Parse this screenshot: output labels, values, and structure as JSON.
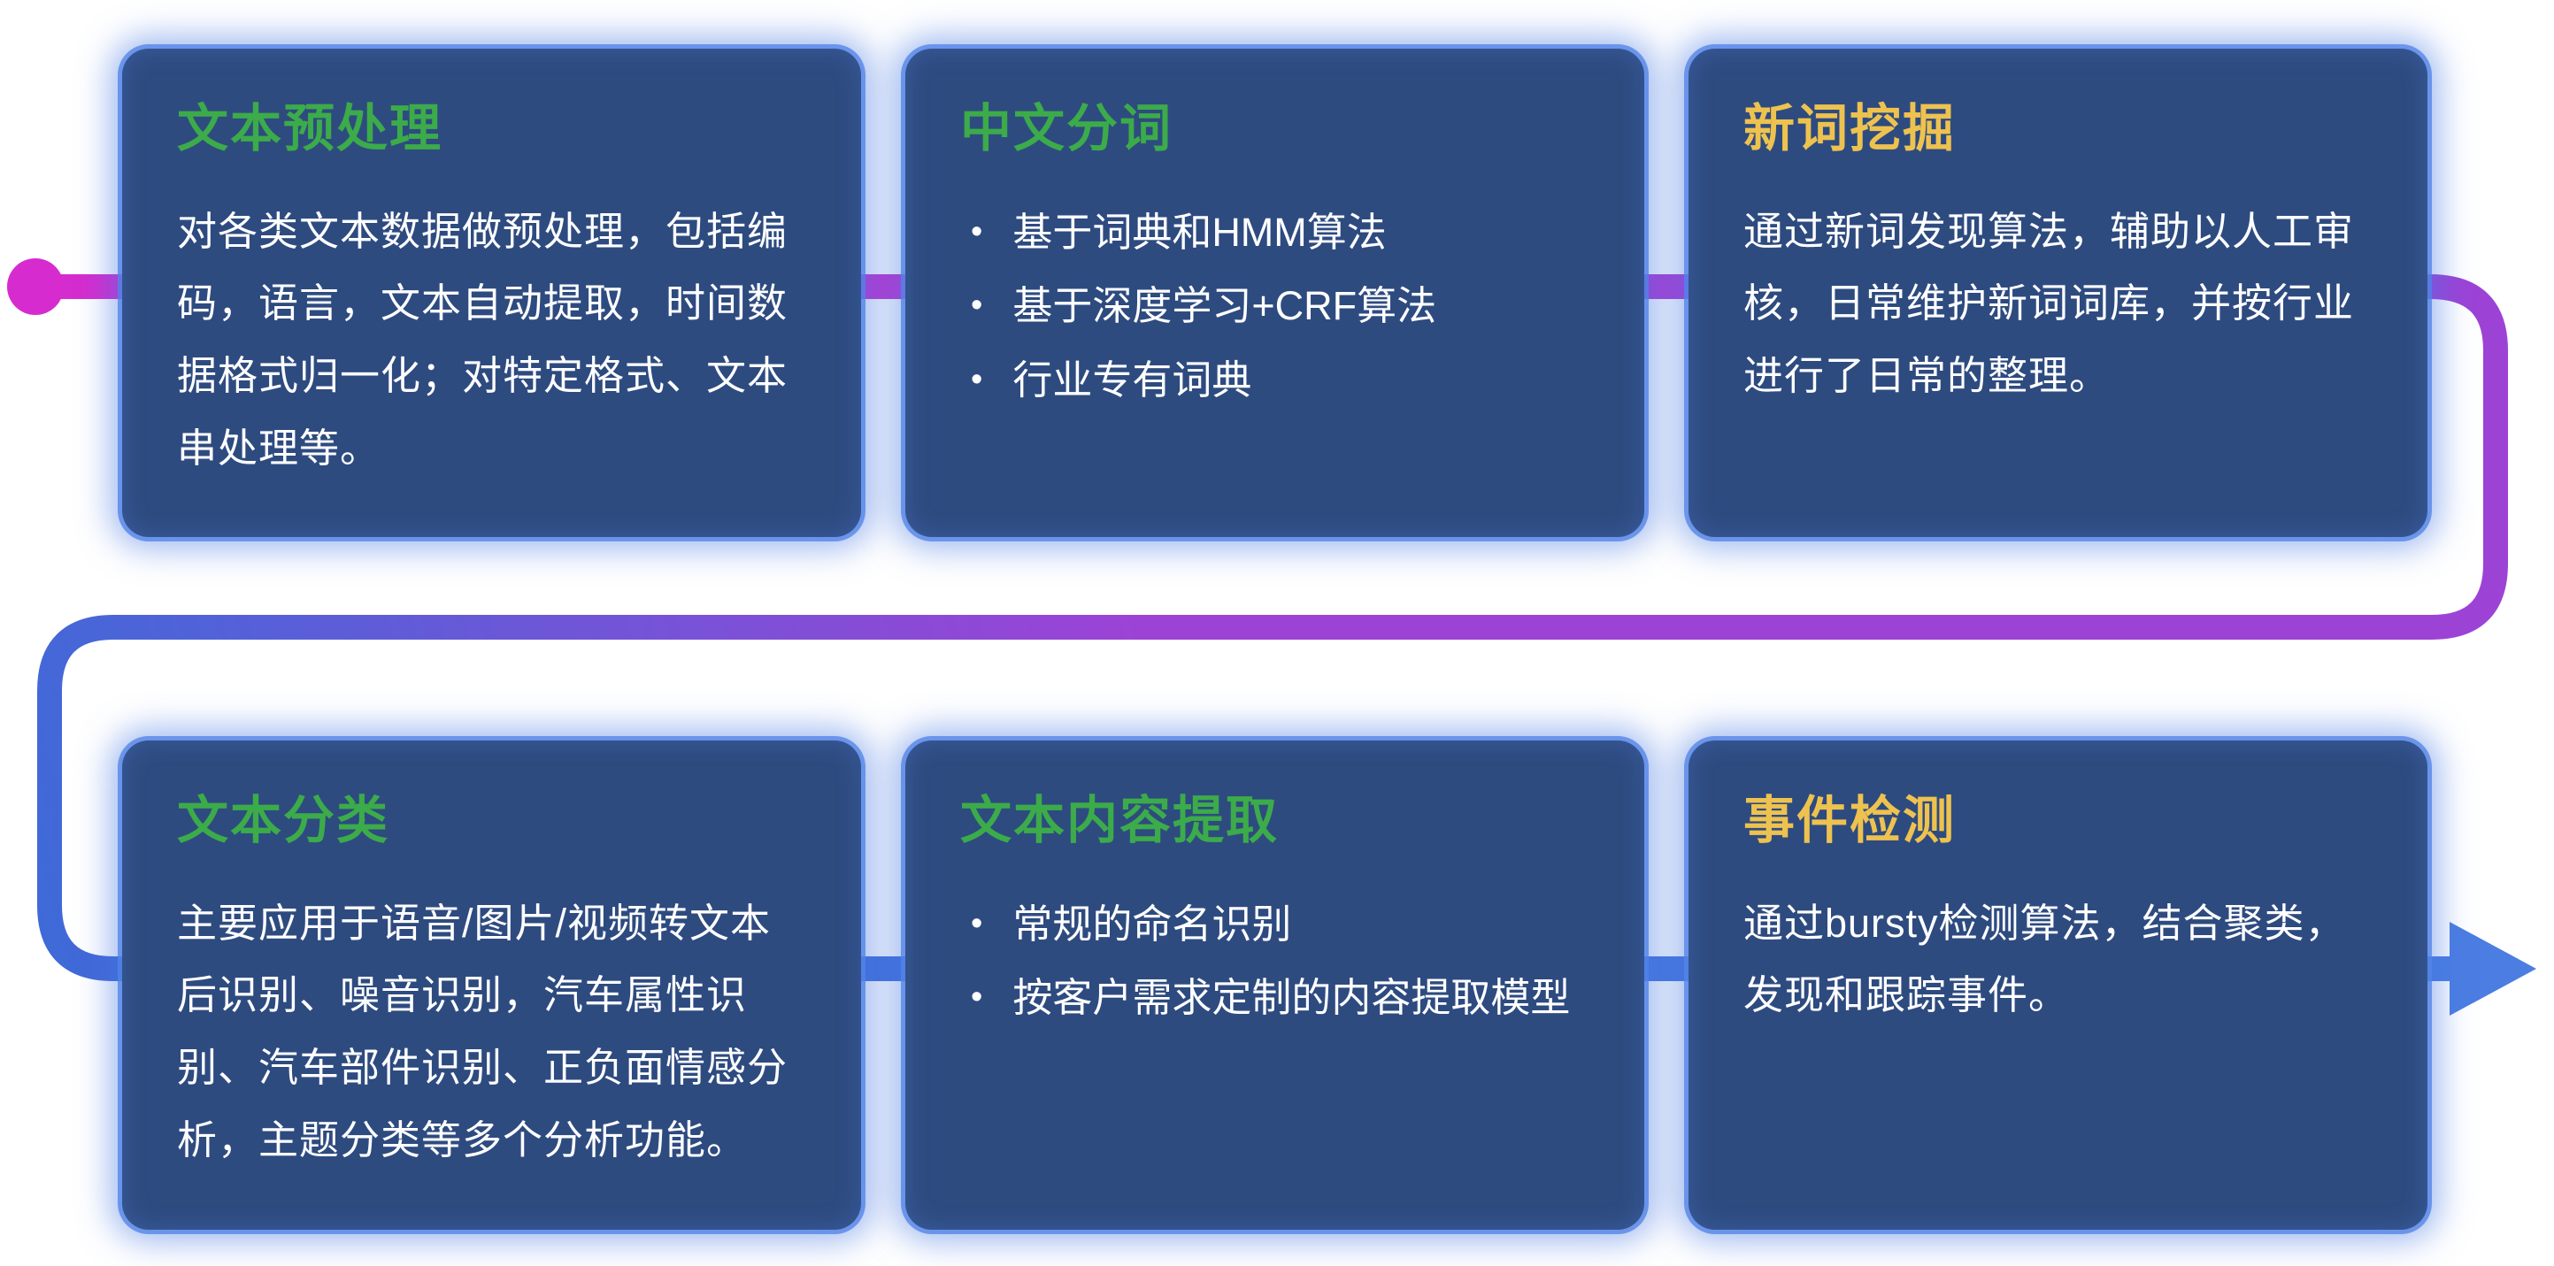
{
  "colors": {
    "page_bg": "#ffffff",
    "card_bg": "#2e4b80",
    "title_green": "#3cab4a",
    "title_yellow": "#eec24f",
    "body_text": "#ffffff",
    "pipe_magenta": "#d62ccf",
    "pipe_purple": "#9c43d6",
    "pipe_blue": "#3e6ad8",
    "pipe_blue_light": "#4b7de2"
  },
  "glyphs": {
    "bullet": "•"
  },
  "cards": [
    {
      "title": "文本预处理",
      "accent": "green",
      "body": "对各类文本数据做预处理，包括编码，语言，文本自动提取，时间数据格式归一化；对特定格式、文本串处理等。"
    },
    {
      "title": "中文分词",
      "accent": "green",
      "bullets": [
        "基于词典和HMM算法",
        "基于深度学习+CRF算法",
        "行业专有词典"
      ]
    },
    {
      "title": "新词挖掘",
      "accent": "yellow",
      "body": "通过新词发现算法，辅助以人工审核，日常维护新词词库，并按行业进行了日常的整理。"
    },
    {
      "title": "文本分类",
      "accent": "green",
      "body": "主要应用于语音/图片/视频转文本后识别、噪音识别，汽车属性识别、汽车部件识别、正负面情感分析，主题分类等多个分析功能。"
    },
    {
      "title": "文本内容提取",
      "accent": "green",
      "bullets": [
        "常规的命名识别",
        "按客户需求定制的内容提取模型"
      ]
    },
    {
      "title": "事件检测",
      "accent": "yellow",
      "body": "通过bursty检测算法，结合聚类，发现和跟踪事件。"
    }
  ]
}
